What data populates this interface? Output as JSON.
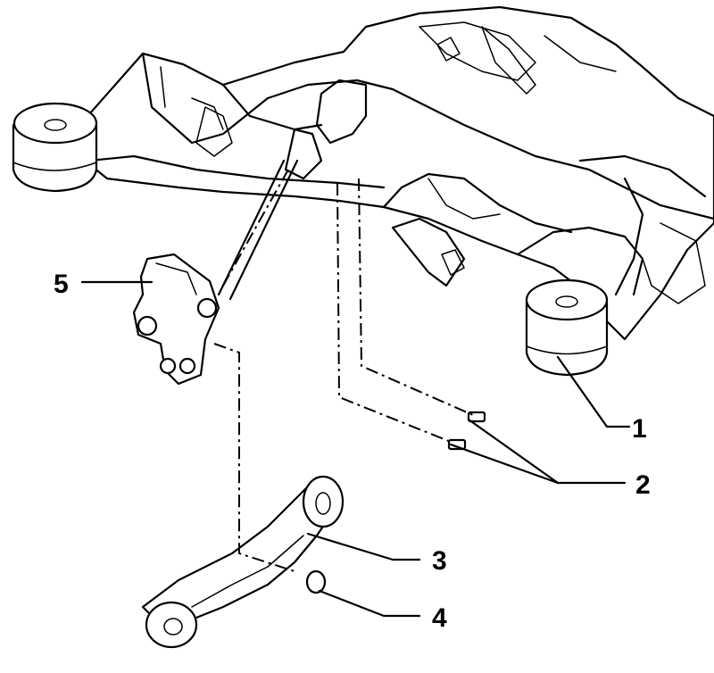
{
  "callouts": [
    {
      "id": "1",
      "label": "1"
    },
    {
      "id": "2",
      "label": "2"
    },
    {
      "id": "3",
      "label": "3"
    },
    {
      "id": "4",
      "label": "4"
    },
    {
      "id": "5",
      "label": "5"
    }
  ],
  "colors": {
    "line": "#000000",
    "background": "#ffffff"
  }
}
